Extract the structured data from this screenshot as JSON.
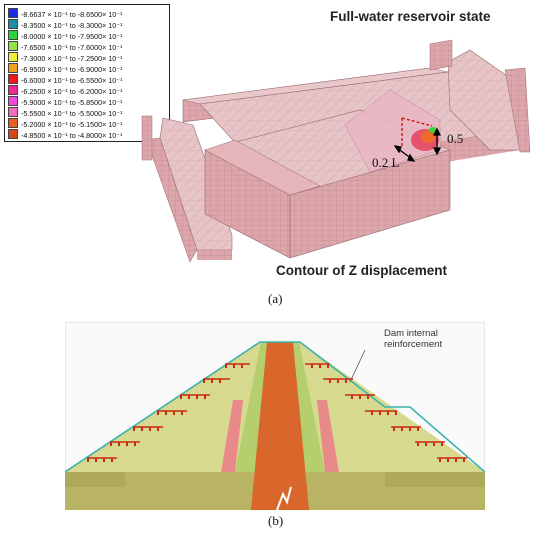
{
  "panel_a": {
    "title": "Full-water reservoir state",
    "contour_title": "Contour of Z displacement",
    "caption": "(a)",
    "dimension_labels": {
      "width": "0.2 L",
      "height": "0.5"
    },
    "legend": [
      {
        "label": "-8.6637 × 10⁻¹ to -8.6500× 10⁻¹",
        "color": "#1b2fe0"
      },
      {
        "label": "-8.3500 × 10⁻¹ to -8.3000× 10⁻¹",
        "color": "#1f8fa8"
      },
      {
        "label": "-8.0000 × 10⁻¹ to -7.9500× 10⁻¹",
        "color": "#2fd23a"
      },
      {
        "label": "-7.6500 × 10⁻¹ to -7.6000× 10⁻¹",
        "color": "#8fe44a"
      },
      {
        "label": "-7.3000 × 10⁻¹ to -7.2500× 10⁻¹",
        "color": "#f0f03c"
      },
      {
        "label": "-6.9500 × 10⁻¹ to -6.9000× 10⁻¹",
        "color": "#f0a020"
      },
      {
        "label": "-6.6000 × 10⁻¹ to -6.5500× 10⁻¹",
        "color": "#f01818"
      },
      {
        "label": "-6.2500 × 10⁻¹ to -6.2000× 10⁻¹",
        "color": "#f02890"
      },
      {
        "label": "-5.9000 × 10⁻¹ to -5.8500× 10⁻¹",
        "color": "#f048d8"
      },
      {
        "label": "-5.5500 × 10⁻¹ to -5.5000× 10⁻¹",
        "color": "#f070c0"
      },
      {
        "label": "-5.2000 × 10⁻¹ to -5.1500× 10⁻¹",
        "color": "#e8601c"
      },
      {
        "label": "-4.8500 × 10⁻¹ to -4.8000× 10⁻¹",
        "color": "#d84818"
      }
    ]
  },
  "panel_b": {
    "caption": "(b)",
    "annotation_line1": "Dam internal",
    "annotation_line2": "reinforcement"
  },
  "colors": {
    "mesh_pink": "#d9a0a6",
    "mesh_line": "#b47a82",
    "dam_shell": "#d6d98e",
    "dam_transition": "#b5cf6e",
    "dam_core": "#d9662a",
    "dam_filter": "#e88a8a",
    "foundation": "#b9b463",
    "reinforcement": "#cc2a12",
    "surface_line": "#39b3b0"
  }
}
